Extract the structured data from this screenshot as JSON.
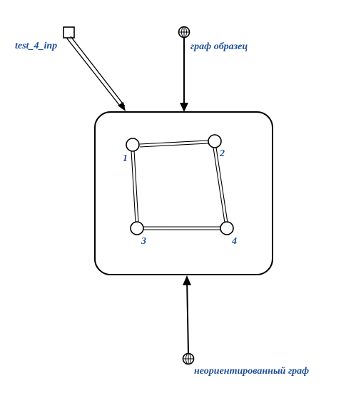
{
  "diagram": {
    "input_label": "test_4_inp",
    "sample_graph_label": "граф образец",
    "undirected_graph_label": "неориентированный граф",
    "node_labels": [
      "1",
      "2",
      "3",
      "4"
    ],
    "colors": {
      "label": "#1f4f9c",
      "stroke": "#000000",
      "background": "#ffffff"
    },
    "icons": {
      "input_port": "square-port-icon",
      "sample_port": "globe-port-icon",
      "undirected_port": "globe-port-icon"
    }
  }
}
